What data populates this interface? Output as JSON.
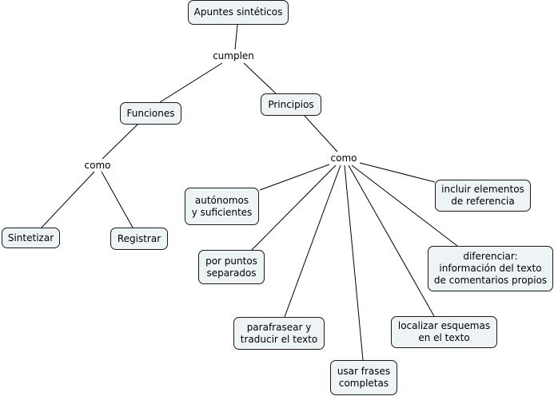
{
  "colors": {
    "node_fill": "#eef3f5",
    "node_border": "#1a1a1a",
    "link": "#000000"
  },
  "concepts": {
    "root": "Apuntes sintéticos",
    "funciones": "Funciones",
    "principios": "Principios",
    "sintetizar": "Sintetizar",
    "registrar": "Registrar",
    "autonomos": "autónomos\ny suficientes",
    "incluir": "incluir elementos\nde referencia",
    "por_puntos": "por puntos\nseparados",
    "diferenciar": "diferenciar:\ninformación del texto\nde comentarios propios",
    "parafrasear": "parafrasear y\ntraducir el texto",
    "localizar": "localizar esquemas\nen el texto",
    "usar_frases": "usar frases\ncompletas"
  },
  "linking_phrases": {
    "cumplen": "cumplen",
    "como_left": "como",
    "como_right": "como"
  }
}
